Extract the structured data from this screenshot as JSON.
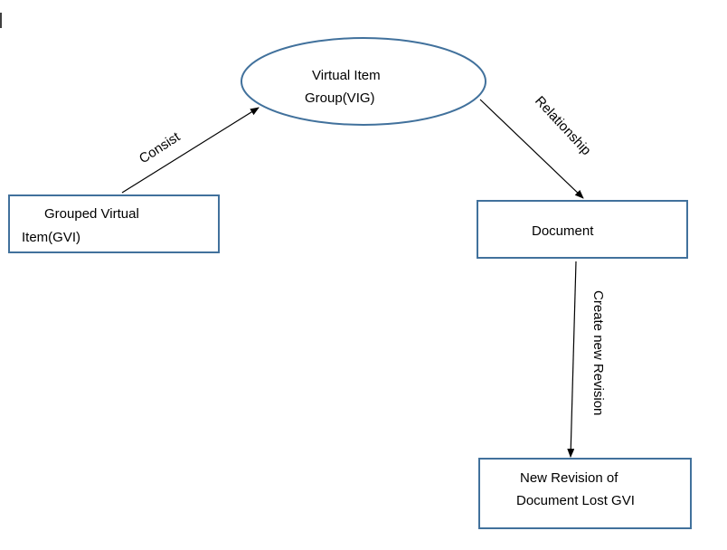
{
  "diagram": {
    "nodes": {
      "vig": {
        "line1": "Virtual Item",
        "line2": "Group(VIG)"
      },
      "gvi": {
        "line1": "Grouped Virtual",
        "line2": "Item(GVI)"
      },
      "document": {
        "line1": "Document"
      },
      "new_revision": {
        "line1": "New Revision of",
        "line2": "Document Lost GVI"
      }
    },
    "edges": {
      "consist": "Consist",
      "relationship": "Relationship",
      "create_new_revision": "Create new Revision"
    },
    "colors": {
      "node_border": "#41719C",
      "edge": "#000000",
      "text": "#000000"
    }
  }
}
